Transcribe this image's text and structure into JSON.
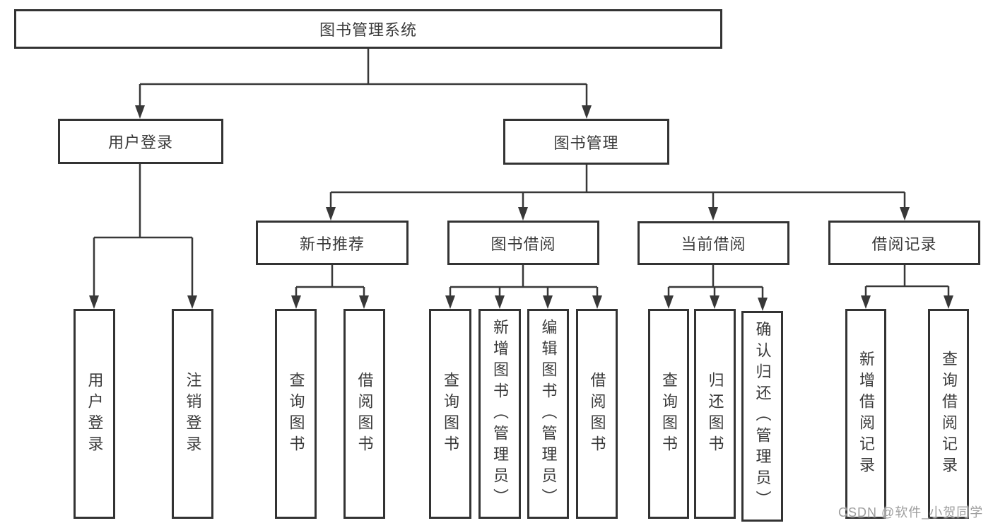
{
  "diagram": {
    "nodes": {
      "root": "图书管理系统",
      "user_login": "用户登录",
      "book_management": "图书管理",
      "login_sub": "用户登录",
      "logout_sub": "注销登录",
      "new_book_rec": "新书推荐",
      "book_borrow": "图书借阅",
      "current_borrow": "当前借阅",
      "borrow_record": "借阅记录",
      "nb_query": "查询图书",
      "nb_borrow": "借阅图书",
      "bb_query": "查询图书",
      "bb_add": "新增图书（管理员）",
      "bb_edit": "编辑图书（管理员）",
      "bb_borrow": "借阅图书",
      "cb_query": "查询图书",
      "cb_return": "归还图书",
      "cb_confirm": "确认归还（管理员）",
      "br_add": "新增借阅记录",
      "br_query": "查询借阅记录"
    },
    "colors": {
      "line": "#383838",
      "border": "#333333",
      "text": "#3a3a3a",
      "watermark": "#9e9e9e",
      "background": "#ffffff"
    }
  },
  "watermark": {
    "text": "CSDN @软件_小贺同学"
  }
}
